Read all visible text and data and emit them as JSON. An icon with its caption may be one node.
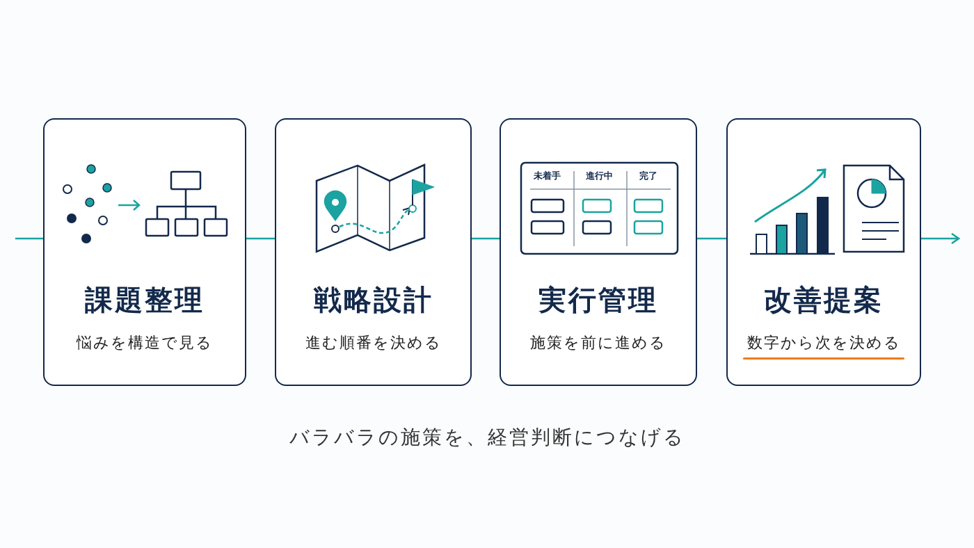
{
  "diagram": {
    "caption": "バラバラの施策を、経営判断につなげる",
    "nodes": [
      {
        "text": [
          "課題整理",
          "悩みを構造で見る"
        ]
      },
      {
        "text": [
          "戦略設計",
          "進む順番を決める"
        ]
      },
      {
        "text": [
          "実行管理",
          "施策を前に進める"
        ]
      },
      {
        "text": [
          "改善提案",
          "数字から次を決める"
        ]
      }
    ],
    "edges": [
      {
        "from": null,
        "to": 0,
        "arrow": "none"
      },
      {
        "from": 0,
        "to": 1,
        "arrow": "none"
      },
      {
        "from": 1,
        "to": 2,
        "arrow": "none"
      },
      {
        "from": 2,
        "to": 3,
        "arrow": "none"
      },
      {
        "from": 3,
        "to": null,
        "arrow": "to"
      }
    ],
    "labels": [
      "未着手",
      "進行中",
      "完了"
    ]
  }
}
